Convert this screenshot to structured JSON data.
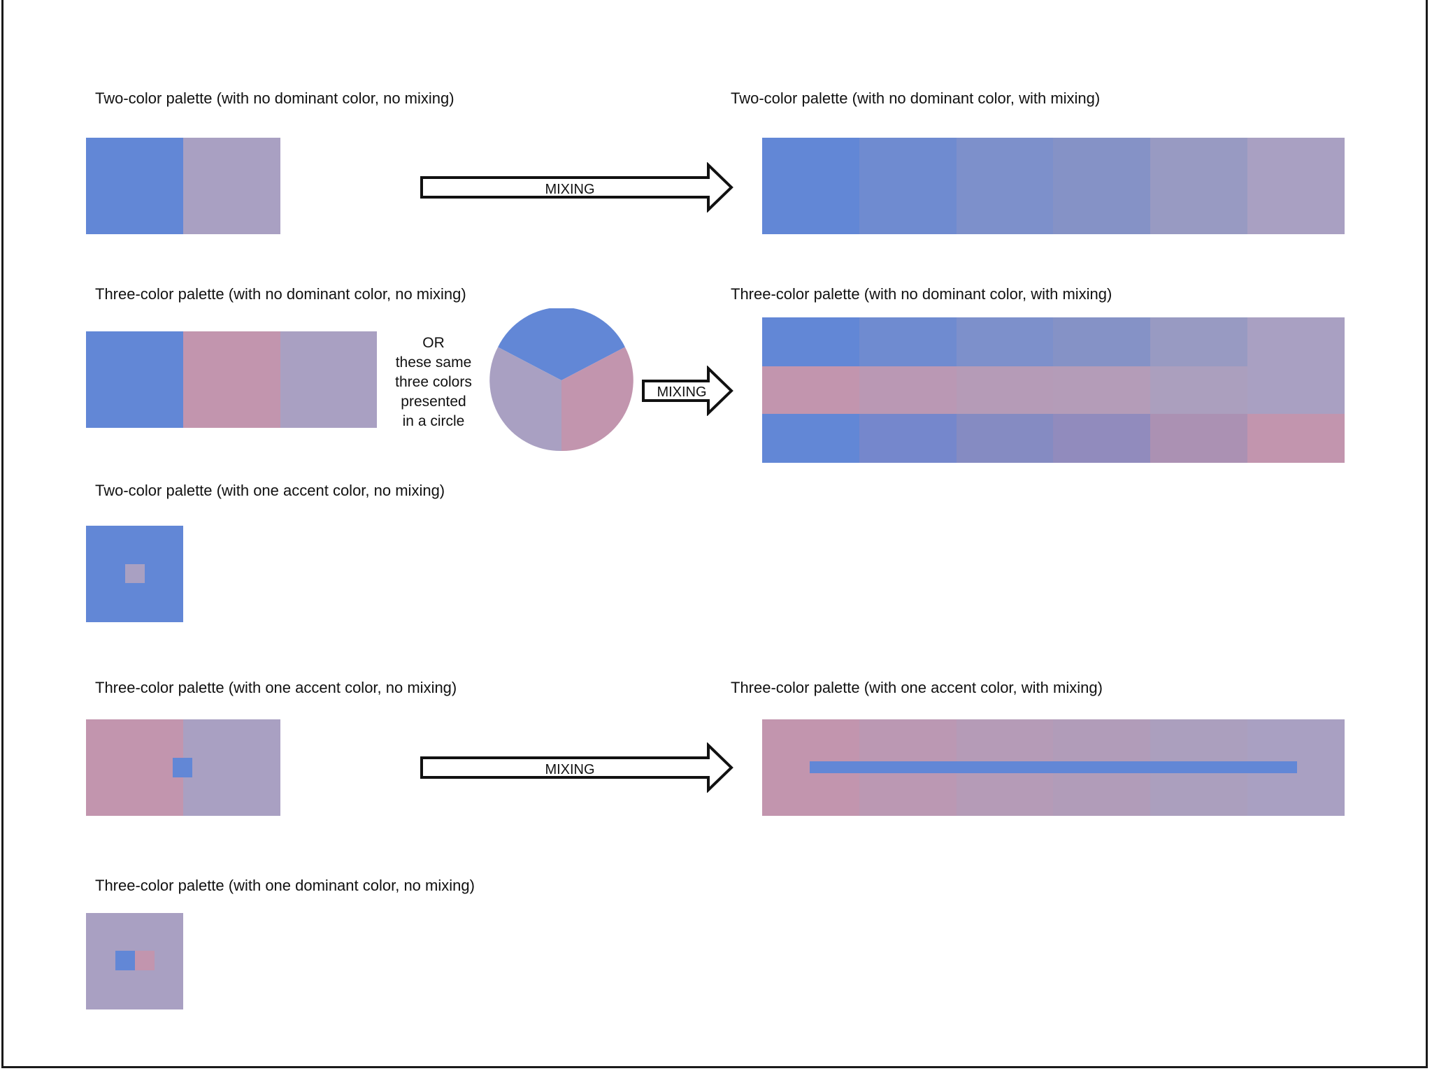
{
  "colors": {
    "blue": "#6287d6",
    "lavender": "#a9a0c2",
    "pink": "#c295ae",
    "mix2": [
      "#6287d6",
      "#6f8bd0",
      "#7d90cb",
      "#8592c6",
      "#989ac2",
      "#a9a0c2"
    ],
    "mix3_mid": [
      "#c295ae",
      "#ba98b4",
      "#b59bb7",
      "#b49cb8",
      "#ab9fbe",
      "#a9a0c2"
    ],
    "mix3_bottom": [
      "#6287d6",
      "#7587cc",
      "#858bc2",
      "#918bbd",
      "#ab91b3",
      "#c295ae"
    ],
    "accent_mix": [
      "#c295ae",
      "#bb98b3",
      "#b59bb7",
      "#b19cb9",
      "#ab9fbe",
      "#a9a0c2"
    ]
  },
  "labels": {
    "two_no_dom_no_mix": "Two-color palette (with no dominant color, no mixing)",
    "two_no_dom_mix": "Two-color palette (with no dominant color, with mixing)",
    "three_no_dom_no_mix": "Three-color palette (with no dominant color, no mixing)",
    "three_no_dom_mix": "Three-color palette (with no dominant color, with mixing)",
    "two_accent_no_mix": "Two-color palette (with one accent color, no mixing)",
    "three_accent_no_mix": "Three-color palette (with one accent color, no mixing)",
    "three_accent_mix": "Three-color palette (with one accent color, with mixing)",
    "three_dominant_no_mix": "Three-color palette (with one  dominant color, no mixing)"
  },
  "arrows": {
    "mixing": "MIXING"
  },
  "or_note": {
    "line1": "OR",
    "line2": "these same",
    "line3": "three colors",
    "line4": "presented",
    "line5": "in a circle"
  }
}
